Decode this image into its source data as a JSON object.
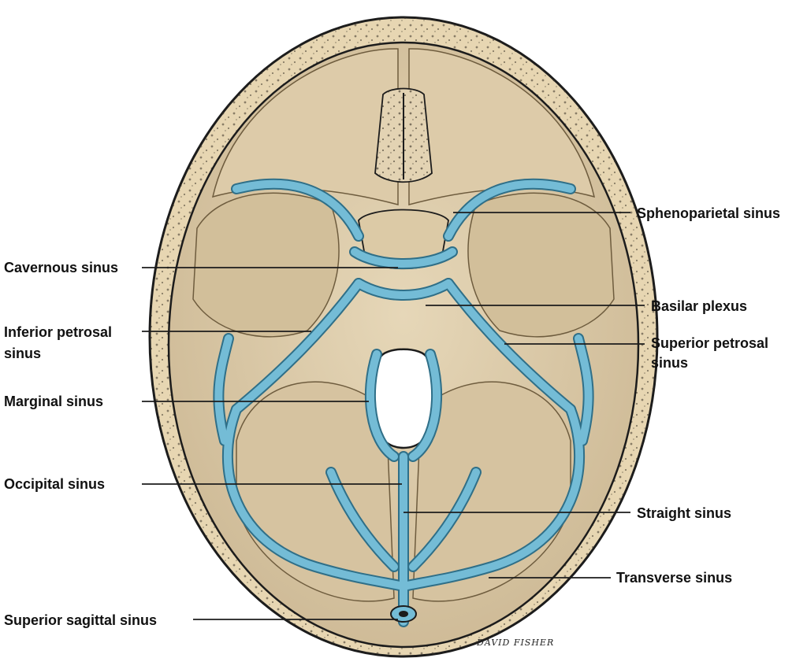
{
  "labels": {
    "sphenoparietal": "Sphenoparietal sinus",
    "cavernous": "Cavernous sinus",
    "basilar": "Basilar plexus",
    "inferior_petrosal_1": "Inferior petrosal",
    "inferior_petrosal_2": "sinus",
    "superior_petrosal_1": "Superior petrosal",
    "superior_petrosal_2": "sinus",
    "marginal": "Marginal sinus",
    "occipital": "Occipital sinus",
    "straight": "Straight sinus",
    "transverse": "Transverse sinus",
    "superior_sagittal": "Superior sagittal sinus"
  },
  "signature": "DAVID FISHER",
  "colors": {
    "skull_outer": "#e7d6b2",
    "skull_inner": "#ddcba9",
    "bone_fill": "#d9c8a5",
    "fossa_shadow": "#c9b48c",
    "sinus_blue": "#74bcd6",
    "sinus_stroke": "#2f6f88",
    "outline": "#1c1c1c"
  }
}
